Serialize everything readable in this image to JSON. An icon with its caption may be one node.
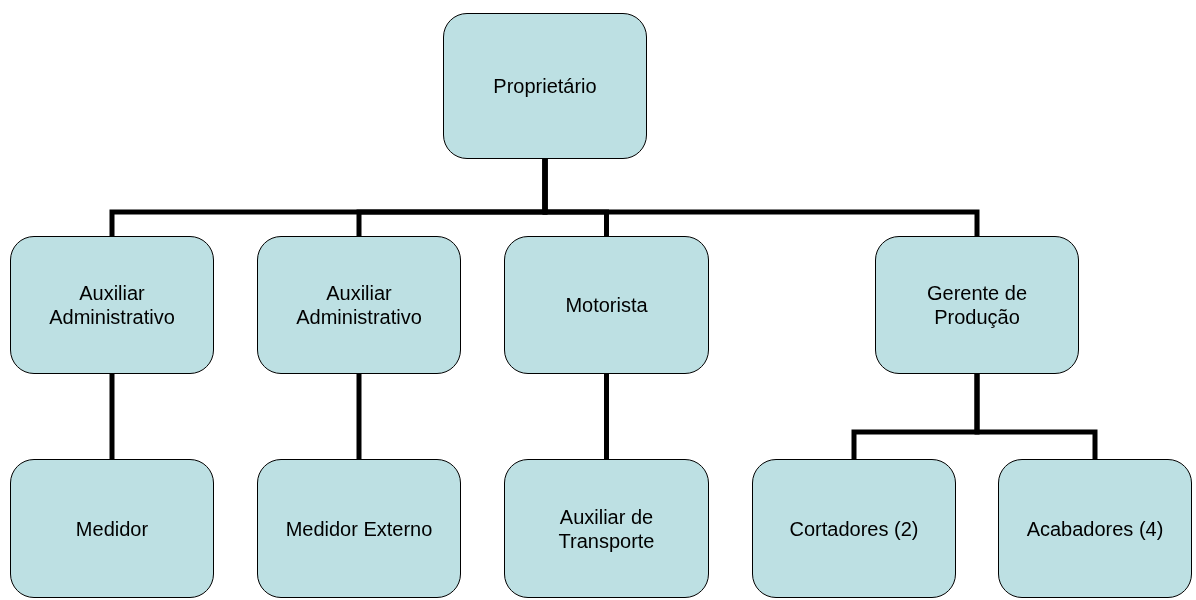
{
  "diagram": {
    "nodes": [
      {
        "text": [
          "Proprietário"
        ]
      },
      {
        "text": [
          "Auxiliar Administrativo"
        ]
      },
      {
        "text": [
          "Auxiliar Administrativo"
        ]
      },
      {
        "text": [
          "Motorista"
        ]
      },
      {
        "text": [
          "Gerente de Produção"
        ]
      },
      {
        "text": [
          "Medidor"
        ]
      },
      {
        "text": [
          "Medidor Externo"
        ]
      },
      {
        "text": [
          "Auxiliar de Transporte"
        ]
      },
      {
        "text": [
          "Cortadores (2)"
        ]
      },
      {
        "text": [
          "Acabadores (4)"
        ]
      }
    ],
    "edges": [
      {
        "from": 0,
        "to": 1,
        "arrow": "none"
      },
      {
        "from": 0,
        "to": 2,
        "arrow": "none"
      },
      {
        "from": 0,
        "to": 3,
        "arrow": "none"
      },
      {
        "from": 0,
        "to": 4,
        "arrow": "none"
      },
      {
        "from": 1,
        "to": 5,
        "arrow": "none"
      },
      {
        "from": 2,
        "to": 6,
        "arrow": "none"
      },
      {
        "from": 3,
        "to": 7,
        "arrow": "none"
      },
      {
        "from": 4,
        "to": 8,
        "arrow": "none"
      },
      {
        "from": 4,
        "to": 9,
        "arrow": "none"
      }
    ]
  }
}
